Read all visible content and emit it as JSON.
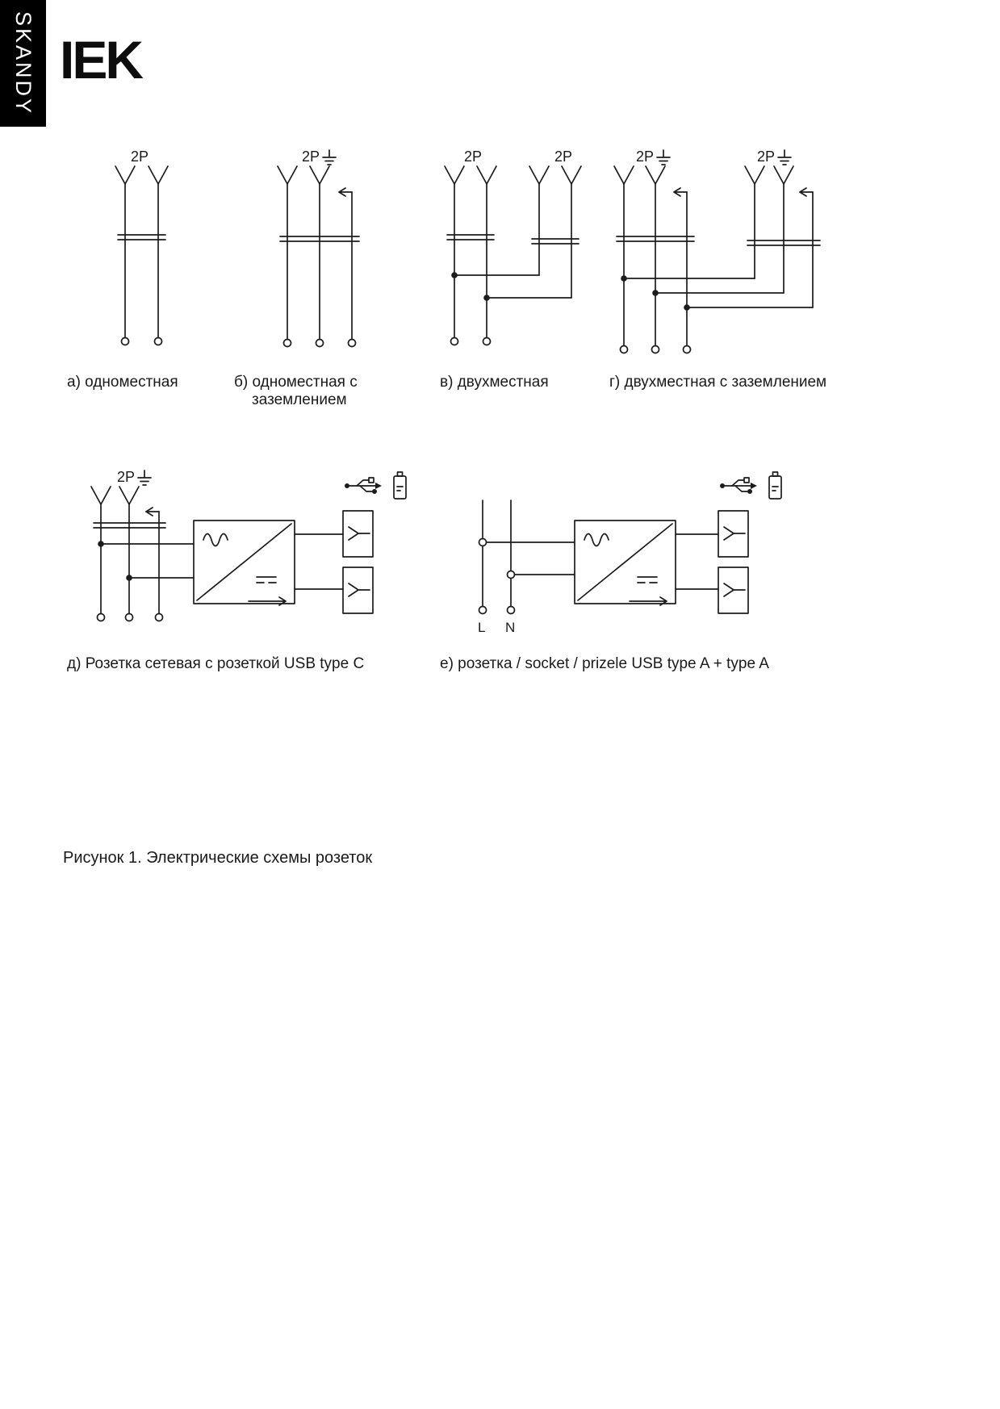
{
  "sidebar": {
    "series_label": "SKANDY"
  },
  "header": {
    "brand": "IEK"
  },
  "diagrams": {
    "a": {
      "pole_label": "2P",
      "caption": "а) одноместная"
    },
    "b": {
      "pole_label": "2P",
      "caption_line1": "б) одноместная с",
      "caption_line2": "заземлением"
    },
    "v": {
      "pole_label_1": "2P",
      "pole_label_2": "2P",
      "caption": "в) двухместная"
    },
    "g": {
      "pole_label_1": "2P",
      "pole_label_2": "2P",
      "caption": "г) двухместная с заземлением"
    },
    "d": {
      "pole_label": "2P",
      "caption": "д) Розетка сетевая с розеткой USB type C"
    },
    "e": {
      "terminal_l": "L",
      "terminal_n": "N",
      "caption": "е) розетка / socket / prizele USB type A + type A"
    }
  },
  "figure": {
    "caption": "Рисунок 1. Электрические схемы розеток"
  },
  "colors": {
    "line": "#1c1c1c",
    "text": "#1a1a1a",
    "tab_bg": "#000000",
    "tab_text": "#ffffff",
    "page_bg": "#ffffff"
  }
}
